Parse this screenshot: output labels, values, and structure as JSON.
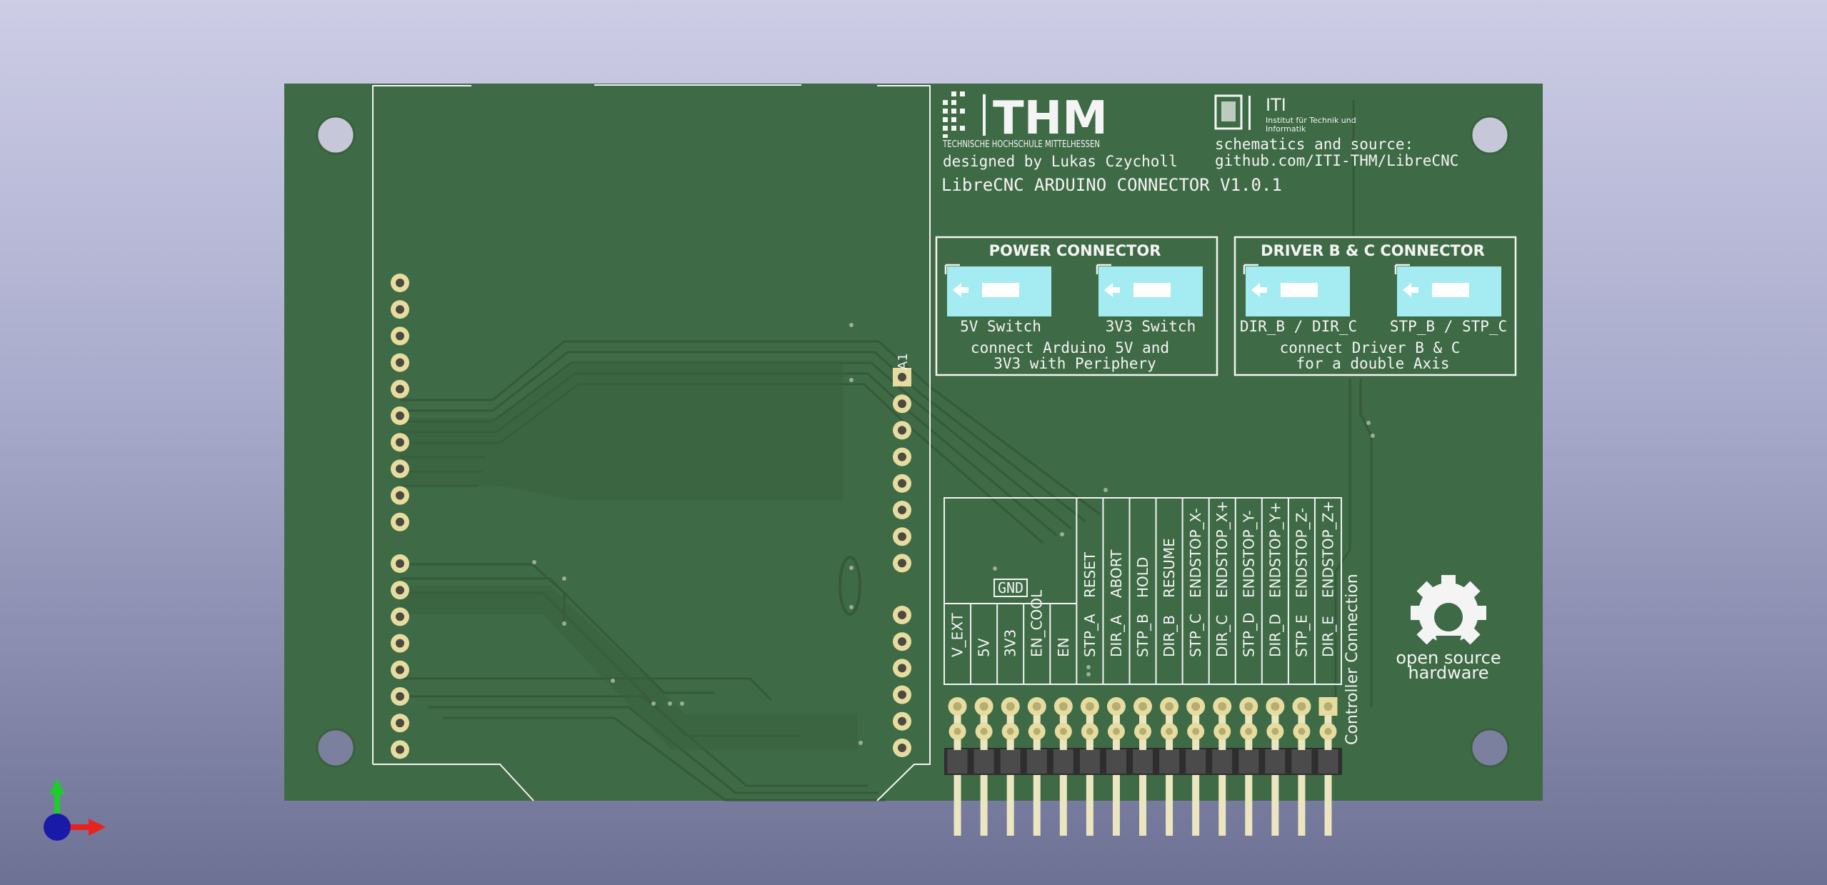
{
  "header": {
    "logo_thm": "THM",
    "logo_thm_subtitle": "TECHNISCHE HOCHSCHULE MITTELHESSEN",
    "logo_iti": "ITI",
    "logo_iti_sub_line1": "Institut für Technik und",
    "logo_iti_sub_line2": "Informatik",
    "designer_text": "designed by Lukas Czycholl",
    "source_line1": "schematics and source:",
    "source_line2": "github.com/ITI-THM/LibreCNC",
    "board_title": "LibreCNC ARDUINO CONNECTOR V1.0.1"
  },
  "power_connector": {
    "title": "POWER CONNECTOR",
    "switch1_label": "5V Switch",
    "switch2_label": "3V3 Switch",
    "note_line1": "connect Arduino 5V and",
    "note_line2": "3V3 with Periphery"
  },
  "driver_connector": {
    "title": "DRIVER B & C CONNECTOR",
    "switch1_label": "DIR_B / DIR_C",
    "switch2_label": "STP_B / STP_C",
    "note_line1": "connect Driver B & C",
    "note_line2": "for a double Axis"
  },
  "arduino": {
    "pin_a1_label": "A1"
  },
  "pin_header": {
    "gnd_label": "GND",
    "top_labels": [
      "RESET",
      "ABORT",
      "HOLD",
      "RESUME",
      "ENDSTOP_X-",
      "ENDSTOP_X+",
      "ENDSTOP_Y-",
      "ENDSTOP_Y+",
      "ENDSTOP_Z-",
      "ENDSTOP_Z+"
    ],
    "bottom_labels": [
      "V_EXT",
      "5V",
      "3V3",
      "EN_COOL",
      "EN",
      "STP_A",
      "DIR_A",
      "STP_B",
      "DIR_B",
      "STP_C",
      "DIR_C",
      "STP_D",
      "DIR_D",
      "STP_E",
      "DIR_E"
    ],
    "connector_label": "Controller Connection"
  },
  "oshw": {
    "line1": "open source",
    "line2": "hardware"
  },
  "colors": {
    "background_top": "#cdcde6",
    "background_bottom": "#6d7194",
    "board_green": "#3e6a45",
    "trace_green": "#3a603f",
    "silkscreen": "#f4f4f4",
    "switch_cyan": "#a4ecf2",
    "gold_pad": "#e6dca0"
  },
  "axis_gizmo": {
    "x_color": "#e8231e",
    "y_color": "#1ecc2a",
    "z_color": "#1a1aa8"
  }
}
